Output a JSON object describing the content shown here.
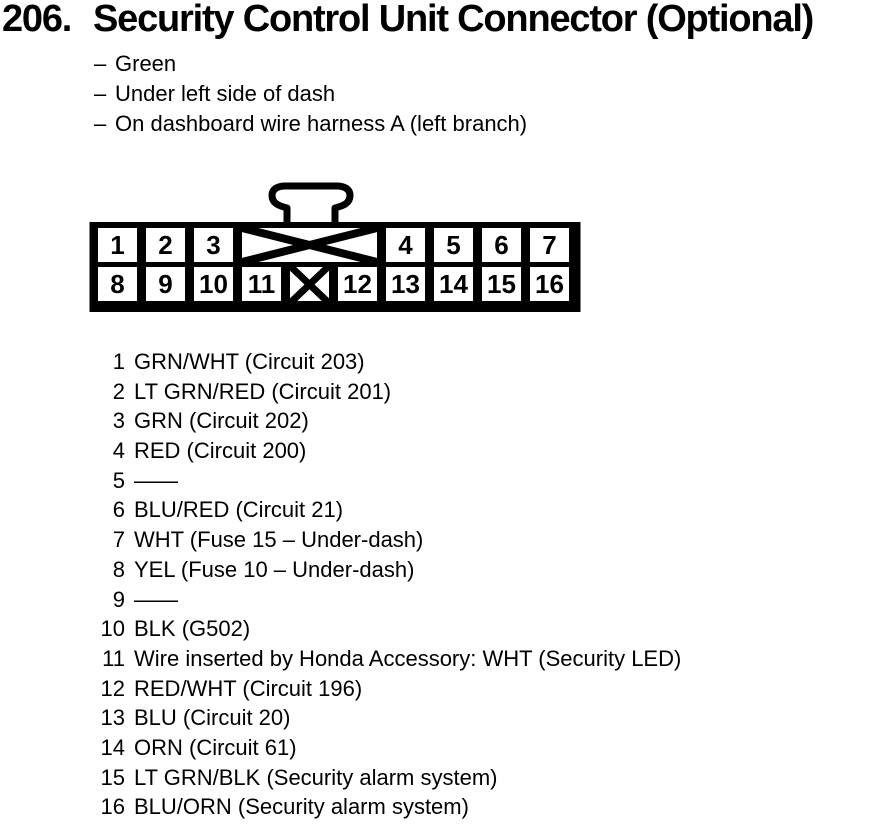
{
  "page": {
    "paper_color": "#ffffff",
    "ink_color": "#000000"
  },
  "title": {
    "index": "206.",
    "label": "Security Control Unit Connector (Optional)"
  },
  "notes": {
    "bullet": "–",
    "items": [
      "Green",
      "Under left side of dash",
      "On dashboard wire harness A (left branch)"
    ]
  },
  "connector": {
    "description": "16-cavity connector, front view, two blocked keying cavities marked with X",
    "top_row_labels": [
      "1",
      "2",
      "3",
      "4",
      "5",
      "6",
      "7"
    ],
    "bottom_row_labels": [
      "8",
      "9",
      "10",
      "11",
      "12",
      "13",
      "14",
      "15",
      "16"
    ]
  },
  "pins": [
    {
      "num": "1",
      "desc": "GRN/WHT (Circuit 203)"
    },
    {
      "num": "2",
      "desc": "LT GRN/RED (Circuit 201)"
    },
    {
      "num": "3",
      "desc": "GRN (Circuit 202)"
    },
    {
      "num": "4",
      "desc": "RED (Circuit 200)"
    },
    {
      "num": "5",
      "desc": "——"
    },
    {
      "num": "6",
      "desc": "BLU/RED (Circuit 21)"
    },
    {
      "num": "7",
      "desc": "WHT (Fuse 15 – Under-dash)"
    },
    {
      "num": "8",
      "desc": "YEL (Fuse 10 – Under-dash)"
    },
    {
      "num": "9",
      "desc": "——"
    },
    {
      "num": "10",
      "desc": "BLK (G502)"
    },
    {
      "num": "11",
      "desc": "Wire inserted by Honda Accessory: WHT (Security LED)"
    },
    {
      "num": "12",
      "desc": "RED/WHT (Circuit 196)"
    },
    {
      "num": "13",
      "desc": "BLU (Circuit 20)"
    },
    {
      "num": "14",
      "desc": "ORN (Circuit 61)"
    },
    {
      "num": "15",
      "desc": "LT GRN/BLK (Security alarm system)"
    },
    {
      "num": "16",
      "desc": "BLU/ORN (Security alarm system)"
    }
  ]
}
